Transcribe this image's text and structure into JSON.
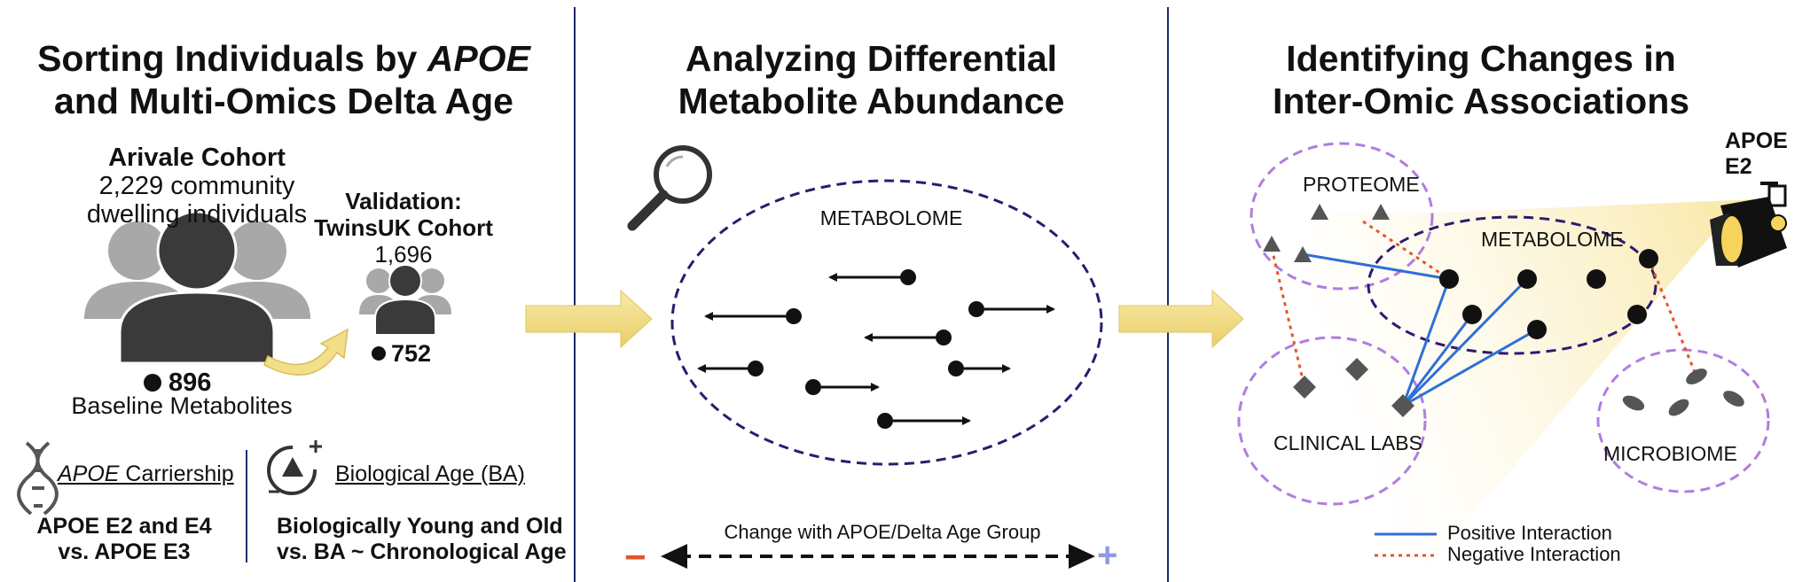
{
  "panel1": {
    "title_line1_pre": "Sorting Individuals by ",
    "title_line1_em": "APOE",
    "title_line2": "and Multi-Omics Delta Age",
    "arivale_title": "Arivale Cohort",
    "arivale_line1": "2,229 community",
    "arivale_line2": "dwelling individuals",
    "arivale_count": "896",
    "arivale_caption": "Baseline Metabolites",
    "validation_line1": "Validation:",
    "validation_line2": "TwinsUK Cohort",
    "validation_n": "1,696",
    "validation_count": "752",
    "apoe_label_em": "APOE",
    "apoe_label_rest": " Carriership",
    "apoe_desc_line1": "APOE E2 and E4",
    "apoe_desc_line2": "vs. APOE E3",
    "ba_label": "Biological Age (BA)",
    "ba_desc_line1": "Biologically Young and Old",
    "ba_desc_line2": "vs. BA ~ Chronological Age"
  },
  "panel2": {
    "title_line1": "Analyzing Differential",
    "title_line2": "Metabolite Abundance",
    "metabolome_label": "METABOLOME",
    "change_label": "Change with APOE/Delta Age Group",
    "minus_sign": "−",
    "plus_sign": "+"
  },
  "panel3": {
    "title_line1": "Identifying Changes in",
    "title_line2": "Inter-Omic Associations",
    "spotlight_label": "APOE E2",
    "proteome_label": "PROTEOME",
    "metabolome_label": "METABOLOME",
    "clinical_label": "CLINICAL LABS",
    "microbiome_label": "MICROBIOME",
    "legend_positive": "Positive Interaction",
    "legend_negative": "Negative Interaction"
  },
  "colors": {
    "divider": "#1f2a6b",
    "ellipse_dark": "#2e1a6e",
    "ellipse_light": "#b07de0",
    "positive": "#2f6fd6",
    "negative": "#e2572a",
    "arrow_fill": "#f5e29a",
    "minus": "#e2572a",
    "plus": "#8e9be0",
    "person_light": "#a8a8a8",
    "person_dark": "#3a3a3a"
  }
}
